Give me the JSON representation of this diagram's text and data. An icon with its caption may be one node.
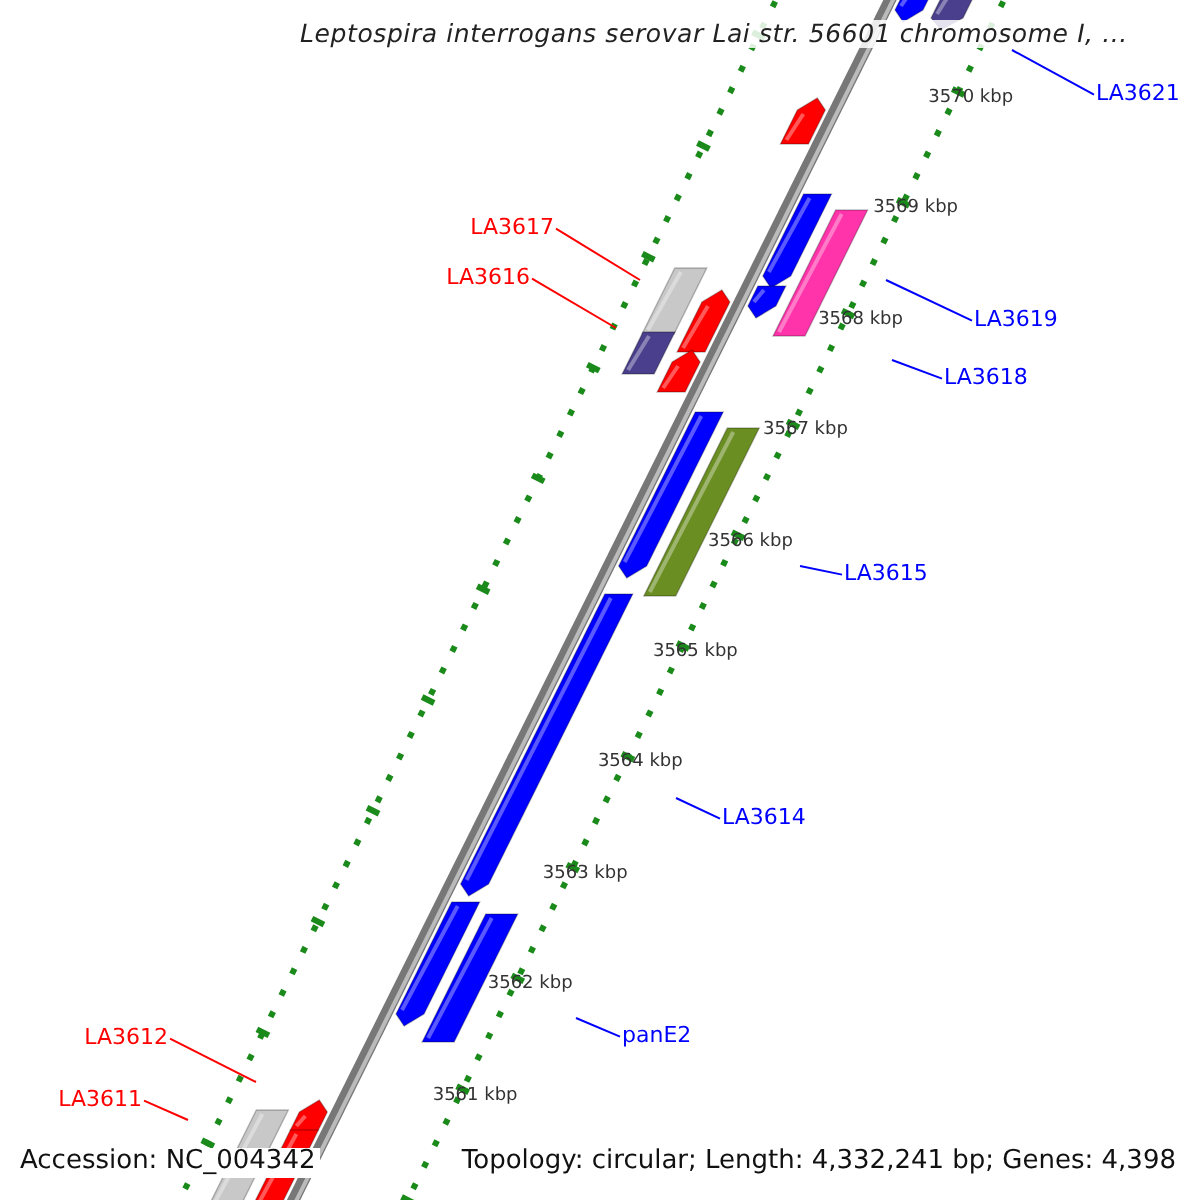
{
  "diagram": {
    "title": "Leptospira interrogans serovar Lai str. 56601 chromosome I, ...",
    "nodes": [
      {
        "text": [
          "LA3621"
        ]
      },
      {
        "text": [
          "LA3617"
        ]
      },
      {
        "text": [
          "LA3616"
        ]
      },
      {
        "text": [
          "LA3619"
        ]
      },
      {
        "text": [
          "LA3618"
        ]
      },
      {
        "text": [
          "LA3615"
        ]
      },
      {
        "text": [
          "LA3614"
        ]
      },
      {
        "text": [
          "panE2"
        ]
      },
      {
        "text": [
          "LA3612"
        ]
      },
      {
        "text": [
          "LA3611"
        ]
      }
    ],
    "edges": [
      {
        "from": 0,
        "to": null,
        "arrow": "none"
      },
      {
        "from": 1,
        "to": null,
        "arrow": "none",
        "color": "#ff0000"
      },
      {
        "from": 2,
        "to": null,
        "arrow": "none",
        "color": "#ff0000"
      },
      {
        "from": 3,
        "to": null,
        "arrow": "none"
      },
      {
        "from": 4,
        "to": null,
        "arrow": "none"
      },
      {
        "from": 5,
        "to": null,
        "arrow": "none"
      },
      {
        "from": 6,
        "to": null,
        "arrow": "none"
      },
      {
        "from": 7,
        "to": null,
        "arrow": "none"
      },
      {
        "from": 8,
        "to": null,
        "arrow": "none",
        "color": "#ff0000"
      },
      {
        "from": 9,
        "to": null,
        "arrow": "none",
        "color": "#ff0000"
      }
    ],
    "labels": [
      "3570 kbp",
      "3569 kbp",
      "3568 kbp",
      "3567 kbp",
      "3566 kbp",
      "3565 kbp",
      "3564 kbp",
      "3563 kbp",
      "3562 kbp",
      "3561 kbp",
      "Accession: NC_004342",
      "Topology: circular; Length: 4,332,241 bp; Genes: 4,398"
    ]
  }
}
